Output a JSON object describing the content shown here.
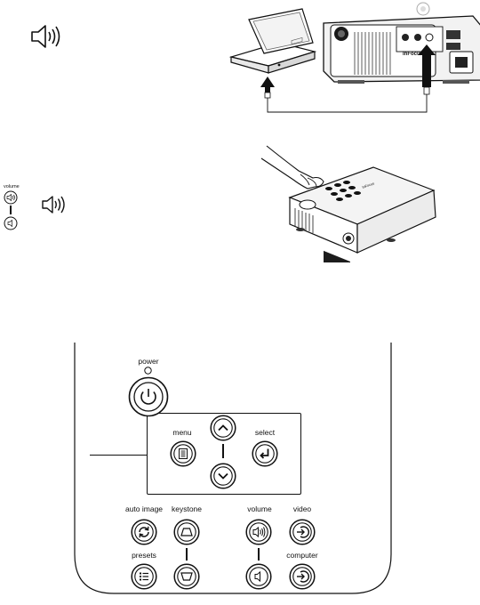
{
  "illustration_top": {
    "projector_brand": "InFocus"
  },
  "side_buttons": {
    "volume_label": "volume"
  },
  "keypad": {
    "power_label": "power",
    "menu_label": "menu",
    "select_label": "select",
    "auto_image_label": "auto image",
    "keystone_label": "keystone",
    "volume_label": "volume",
    "video_label": "video",
    "presets_label": "presets",
    "computer_label": "computer"
  },
  "icons": [
    "speaker-icon",
    "laptop-icon",
    "projector-icon",
    "arrow-up-icon",
    "hand-icon",
    "power-icon",
    "menu-icon",
    "chevron-up-icon",
    "chevron-down-icon",
    "enter-icon",
    "auto-image-icon",
    "keystone-up-icon",
    "keystone-down-icon",
    "volume-up-icon",
    "volume-down-icon",
    "video-source-icon",
    "computer-source-icon",
    "presets-icon"
  ]
}
